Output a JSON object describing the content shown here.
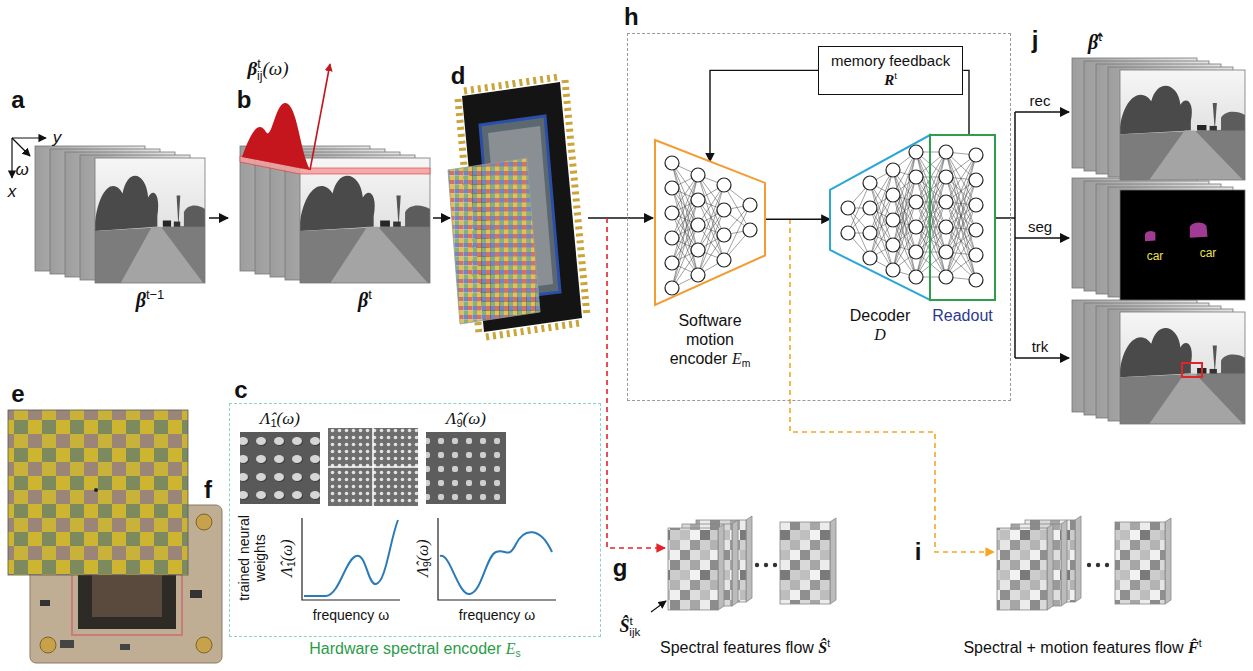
{
  "diagram": {
    "nodes": [
      {
        "text": [
          "h"
        ]
      },
      {
        "text": [
          "memory feedback",
          "R",
          "t"
        ],
        "in": 0
      },
      {
        "text": [
          "Software motion encoder",
          "E",
          "m"
        ],
        "in": 0
      },
      {
        "text": [
          "Decoder",
          "D"
        ],
        "in": 0
      },
      {
        "text": [
          "Readout"
        ],
        "in": 0
      },
      {
        "text": [
          "Hardware spectral encoder",
          "E",
          "s"
        ]
      },
      {
        "text": [
          "Spectral features flow",
          "Ŝ",
          "t"
        ]
      },
      {
        "text": [
          "Spectral + motion features flow",
          "F̂",
          "t"
        ]
      }
    ],
    "edges": [
      {
        "from": 4,
        "to": 1,
        "arrow": "none"
      },
      {
        "from": 1,
        "to": 2,
        "arrow": "to"
      },
      {
        "from": 2,
        "to": 3,
        "arrow": "to"
      }
    ],
    "labels": [
      "a",
      "y",
      "x",
      "ω",
      "β",
      "t−1",
      "b",
      "β",
      "t",
      "ij",
      "(ω)",
      "β",
      "t",
      "d",
      "j",
      "rec",
      "β̂",
      "t",
      "seg",
      "car",
      "car",
      "trk",
      "e",
      "f",
      "c",
      "Λ̂",
      "1",
      "(ω)",
      "Λ̂",
      "9",
      "(ω)",
      "trained neural weights",
      "Λ̂",
      "1",
      "(ω)",
      "Λ̂",
      "9",
      "(ω)",
      "frequency ω",
      "frequency ω",
      "g",
      "Ŝ",
      "t",
      "ijk",
      "i"
    ]
  }
}
